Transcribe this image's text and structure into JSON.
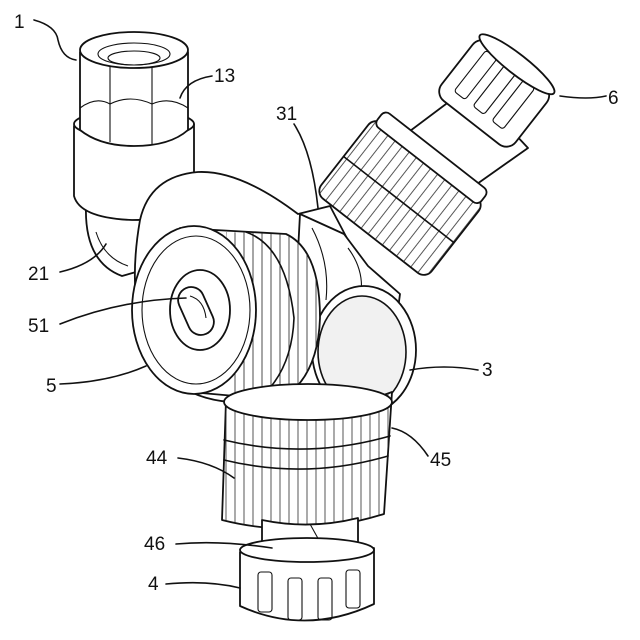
{
  "labels": {
    "l1": "1",
    "l13": "13",
    "l6": "6",
    "l31": "31",
    "l21": "21",
    "l51": "51",
    "l5": "5",
    "l3": "3",
    "l44": "44",
    "l45": "45",
    "l46": "46",
    "l4": "4"
  }
}
